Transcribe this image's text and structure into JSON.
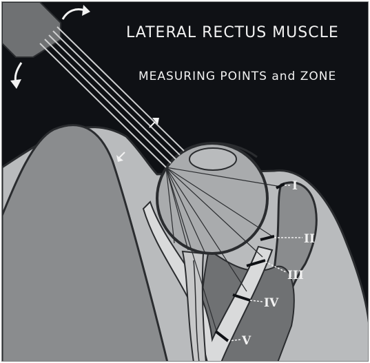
{
  "title": "LATERAL RECTUS MUSCLE",
  "subtitle": "MEASURING POINTS and ZONE",
  "zone_labels": [
    "I",
    "II",
    "III",
    "IV",
    "V"
  ],
  "colors": {
    "background": "#0f1115",
    "orbit_bone": "#8a8c8e",
    "soft_tissue": "#b9bbbd",
    "globe": "#a9abad",
    "muscle": "#d9dadb",
    "outline": "#2a2c2f",
    "text": "#f2f2f2"
  },
  "icons": [
    "curved-arrow-icon",
    "double-arrow-icon"
  ]
}
